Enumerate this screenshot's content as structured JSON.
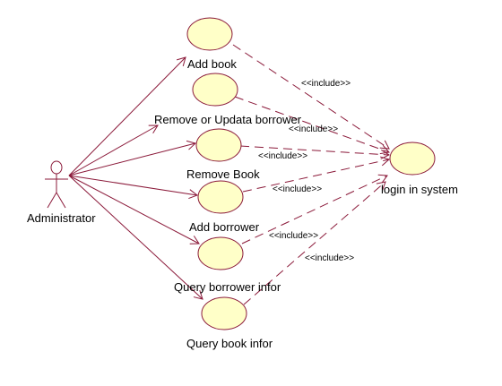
{
  "colors": {
    "line": "#8b1a3a",
    "ellipse_fill": "#ffffc8",
    "ellipse_stroke": "#8b1a3a",
    "background": "#ffffff"
  },
  "actor": {
    "name": "Administrator"
  },
  "use_cases": [
    {
      "id": "uc-1",
      "label": "Add book"
    },
    {
      "id": "uc-2",
      "label": "Remove or Updata borrower"
    },
    {
      "id": "uc-3",
      "label": "Remove Book"
    },
    {
      "id": "uc-4",
      "label": "Add borrower"
    },
    {
      "id": "uc-5",
      "label": "Query borrower infor"
    },
    {
      "id": "uc-6",
      "label": "Query book infor"
    }
  ],
  "target_use_case": {
    "label": "login in system"
  },
  "include_labels": [
    "<<include>>",
    "<<include>>",
    "<<include>>",
    "<<include>>",
    "<<include>>",
    "<<include>>"
  ]
}
